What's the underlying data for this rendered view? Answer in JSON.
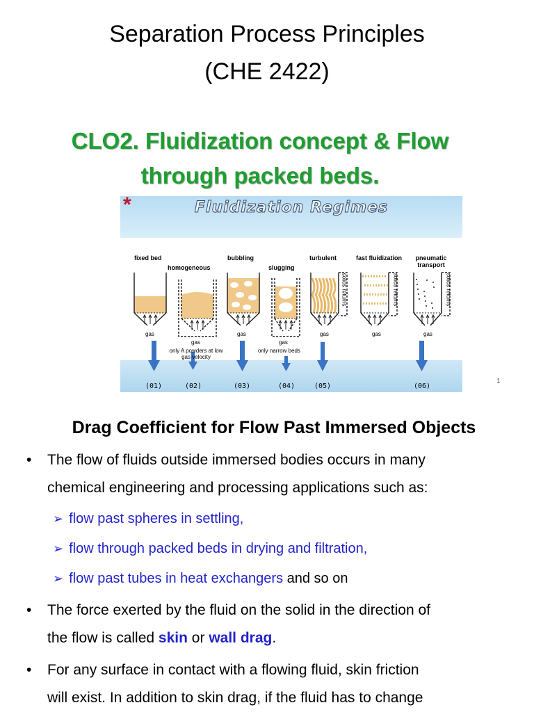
{
  "header": {
    "title_line1": "Separation Process Principles",
    "title_line2": "(CHE 2422)",
    "clo_line1": "CLO2. Fluidization concept & Flow",
    "clo_line2": "through packed beds."
  },
  "figure": {
    "asterisk": "*",
    "title": "Fluidization Regimes",
    "regimes": [
      {
        "label": "fixed bed",
        "number": "(01)"
      },
      {
        "label": "homogeneous",
        "number": "(02)"
      },
      {
        "label": "bubbling",
        "number": "(03)"
      },
      {
        "label": "slugging",
        "number": "(04)"
      },
      {
        "label": "turbulent",
        "number": "(05)"
      },
      {
        "label": "fast fluidization",
        "number": ""
      },
      {
        "label": "pneumatic transport",
        "number": "(06)"
      }
    ],
    "gas_label": "gas",
    "solids_returns": "solids returns",
    "note_homogeneous": "only A powders at low gas velocity",
    "note_slugging": "only narrow beds",
    "slide_number": "1"
  },
  "body": {
    "heading": "Drag Coefficient for Flow Past Immersed Objects",
    "bullet1_line1": "The flow of fluids outside immersed bodies occurs in many",
    "bullet1_line2": "chemical engineering and processing applications such as:",
    "sub1": "flow past spheres in settling,",
    "sub2": "flow through packed beds in drying and filtration,",
    "sub3": "flow past tubes in heat exchangers",
    "sub3_suffix": "and so on",
    "bullet2_line1": "The force exerted by the fluid on the solid in the direction of",
    "bullet2_pre": "the flow is called",
    "bullet2_skin": "skin",
    "bullet2_or": "or",
    "bullet2_wall": "wall drag",
    "bullet2_end": ".",
    "bullet3_line1": "For any surface in contact with a flowing fluid, skin friction",
    "bullet3_line2": "will exist.  In addition to skin drag, if the fluid has to change",
    "bullet_symbol": "•",
    "arrow_symbol": "➢"
  }
}
